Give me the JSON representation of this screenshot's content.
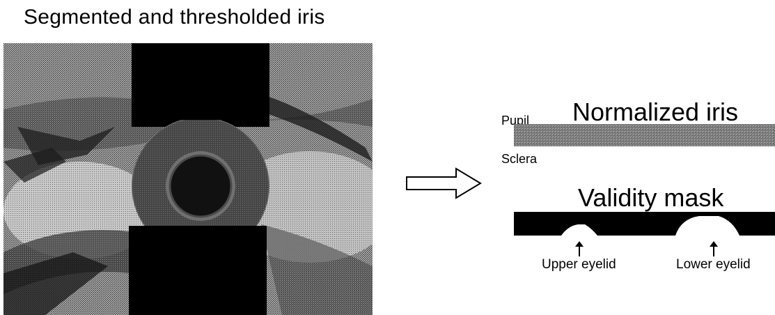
{
  "figure": {
    "title": "Segmented and thresholded iris"
  },
  "normalized": {
    "title": "Normalized iris",
    "top_label": "Pupil",
    "bottom_label": "Sclera"
  },
  "mask": {
    "title": "Validity mask",
    "annotations": [
      "Upper eyelid",
      "Lower eyelid"
    ]
  },
  "colors": {
    "foreground": "#000000",
    "background": "#ffffff",
    "eye_midtone": "#8a8a8a",
    "iris_ring": "#5a5a5a",
    "strip_gray": "#7d7d7d"
  },
  "icons": {
    "process_arrow": "right-outline-arrow",
    "annotation_pointer": "up-arrow"
  }
}
